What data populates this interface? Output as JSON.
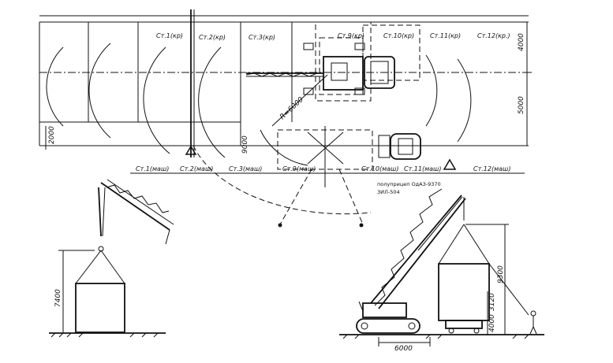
{
  "station_labels_top": [
    "Ст.1(кр)",
    "Ст.2(кр)",
    "Ст.3(кр)",
    "Ст.9(кр)",
    "Ст.10(кр)",
    "Ст.11(кр)",
    "Ст.12(кр.)"
  ],
  "station_labels_bottom": [
    "Ст.1(маш)",
    "Ст.2(маш)",
    "Ст.3(маш)",
    "Ст.9(маш)",
    "Ст.10(маш)",
    "Ст.11(маш)",
    "Ст.12(маш)"
  ],
  "dimensions": {
    "top_right": "4000",
    "mid_right": "5000",
    "left_small": "2000",
    "radius": "R=6000",
    "small_center": "9000",
    "left_height": "7400",
    "right_height": "9300",
    "right_mid": "3120",
    "right_low": "4000",
    "right_base": "6000"
  },
  "machine_note": {
    "line1": "полуприцеп ОдАЗ-9370",
    "line2": "ЗИЛ-504"
  },
  "icons": [
    "warning-triangle-icon",
    "warning-triangle-icon"
  ]
}
